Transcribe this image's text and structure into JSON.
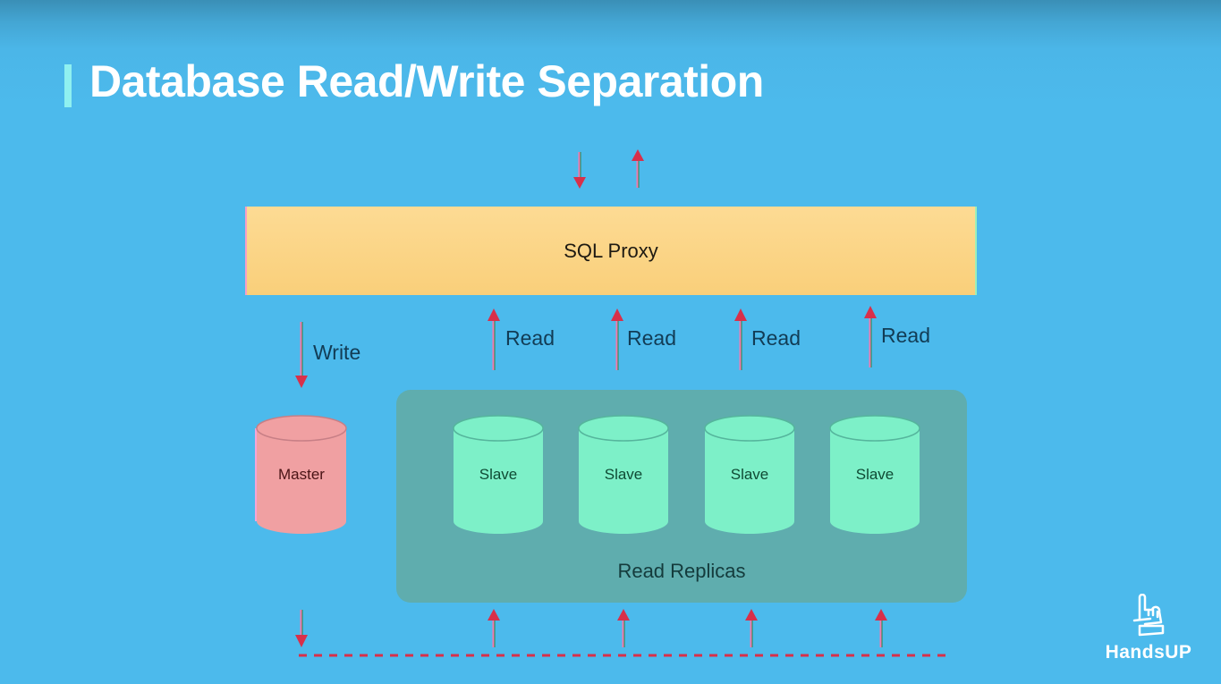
{
  "slide": {
    "title": "Database Read/Write Separation"
  },
  "diagram": {
    "proxy": {
      "label": "SQL Proxy",
      "color": "#fbd588"
    },
    "edges": {
      "write_label": "Write",
      "read_labels": [
        "Read",
        "Read",
        "Read",
        "Read"
      ]
    },
    "master": {
      "label": "Master",
      "color": "#f0a0a2"
    },
    "replica_group": {
      "label": "Read Replicas",
      "color": "#5fadae",
      "slaves": [
        {
          "label": "Slave"
        },
        {
          "label": "Slave"
        },
        {
          "label": "Slave"
        },
        {
          "label": "Slave"
        }
      ],
      "slave_color": "#7df0c8"
    },
    "arrow_color": "#d8304a",
    "background_color": "#4cbaec"
  },
  "branding": {
    "logo_text": "HandsUP",
    "logo_icon": "pointing-hand-icon"
  }
}
